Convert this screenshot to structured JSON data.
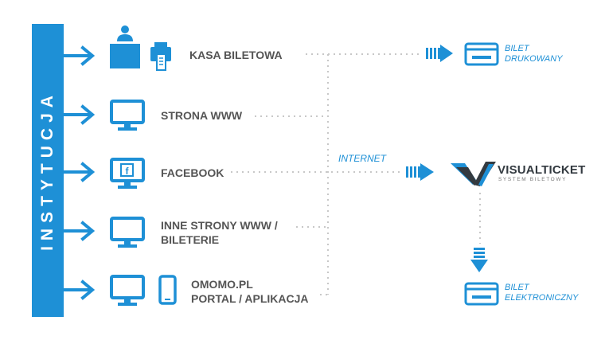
{
  "sidebar": {
    "title": "INSTYTUCJA"
  },
  "channels": [
    {
      "label": "KASA BILETOWA"
    },
    {
      "label": "STRONA WWW"
    },
    {
      "label": "FACEBOOK"
    },
    {
      "label_line1": "INNE STRONY WWW /",
      "label_line2": "BILETERIE"
    },
    {
      "label_line1": "OMOMO.PL",
      "label_line2": "PORTAL / APLIKACJA"
    }
  ],
  "network": {
    "label": "INTERNET"
  },
  "system": {
    "name": "VISUALTICKET",
    "subtitle": "SYSTEM BILETOWY"
  },
  "outputs": {
    "printed": {
      "line1": "BILET",
      "line2": "DRUKOWANY"
    },
    "electronic": {
      "line1": "BILET",
      "line2": "ELEKTRONICZNY"
    }
  },
  "colors": {
    "accent": "#1e90d6",
    "text": "#555555",
    "dots": "#c8c8c8",
    "logo_dark": "#333a40"
  }
}
